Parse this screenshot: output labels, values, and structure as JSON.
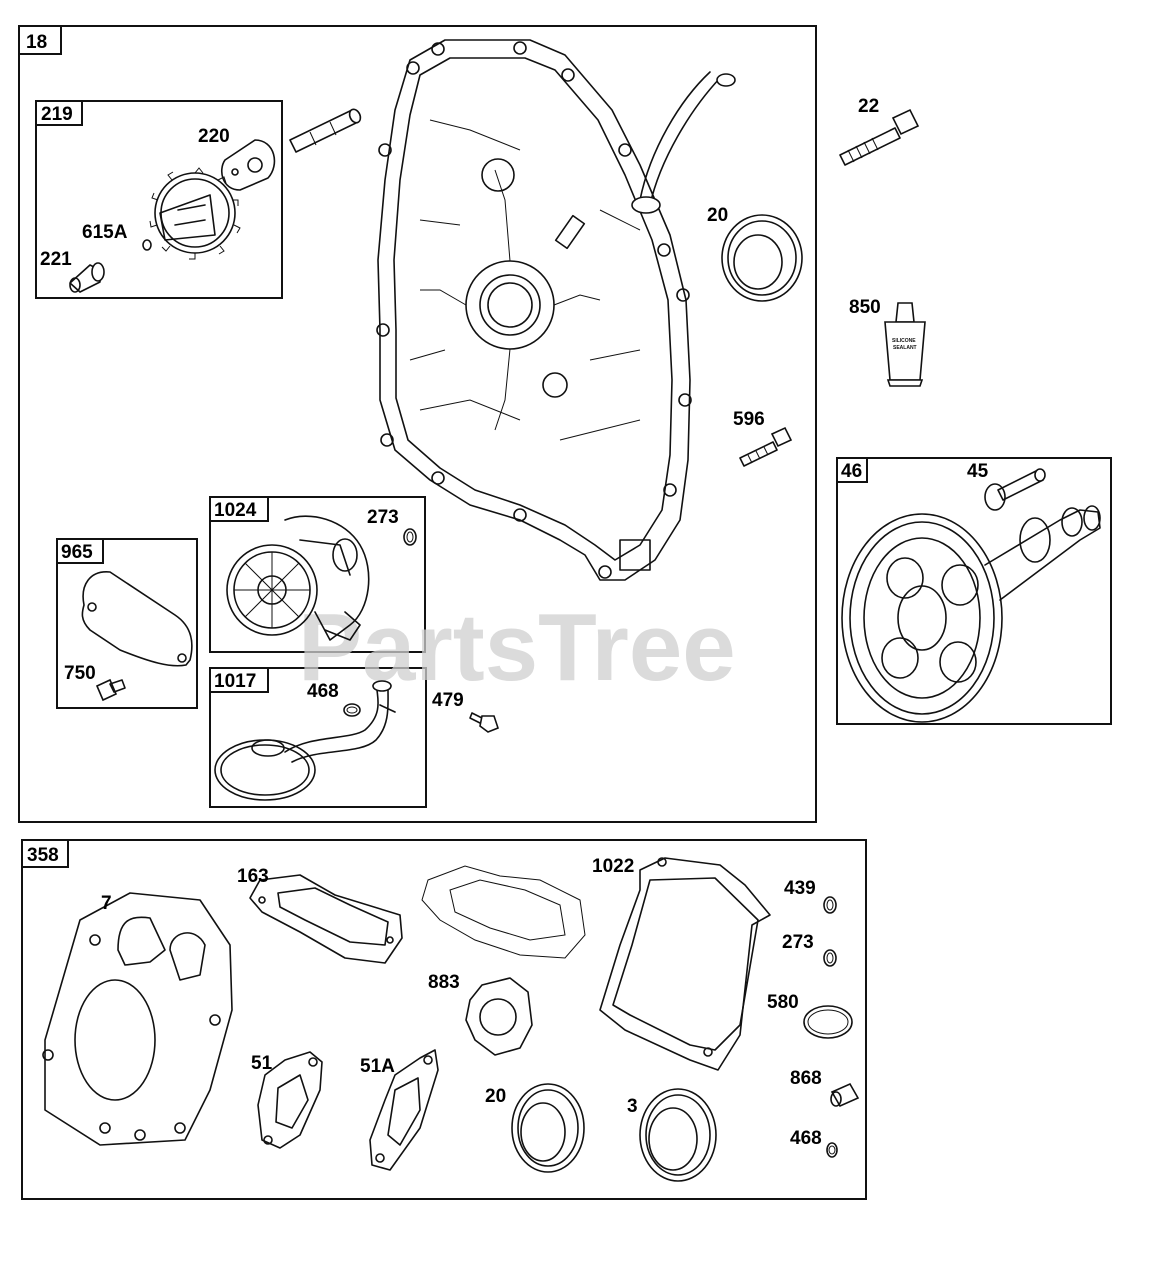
{
  "watermark": "PartsTree",
  "groups": {
    "g18": "18",
    "g219": "219",
    "g965": "965",
    "g1024": "1024",
    "g1017": "1017",
    "g46": "46",
    "g358": "358"
  },
  "callouts": {
    "p220": "220",
    "p615A": "615A",
    "p221": "221",
    "p22": "22",
    "p20_top": "20",
    "p850": "850",
    "p596": "596",
    "p45": "45",
    "p273_top": "273",
    "p750": "750",
    "p468_top": "468",
    "p479": "479",
    "p7": "7",
    "p163": "163",
    "p1022": "1022",
    "p439": "439",
    "p273_bot": "273",
    "p883": "883",
    "p580": "580",
    "p51": "51",
    "p51A": "51A",
    "p20_bot": "20",
    "p3": "3",
    "p868": "868",
    "p468_bot": "468"
  },
  "sealant_tube": {
    "line1": "SILICONE",
    "line2": "SEALANT"
  }
}
